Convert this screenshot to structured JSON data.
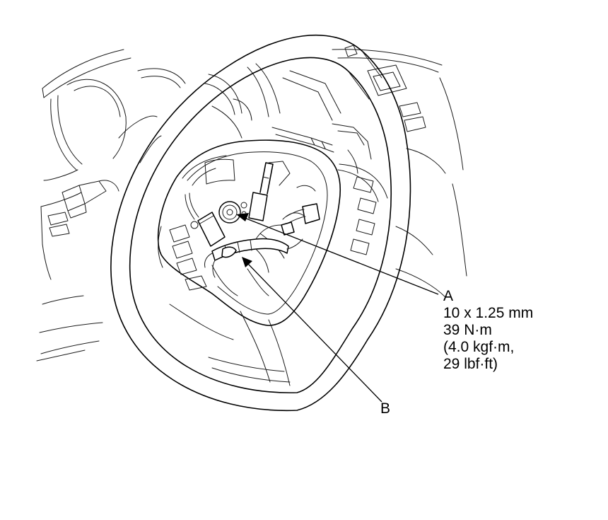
{
  "callouts": {
    "a": {
      "letter": "A",
      "lines": [
        "10 x 1.25 mm",
        "39 N·m",
        "(4.0 kgf·m,",
        "29 lbf·ft)"
      ]
    },
    "b": {
      "letter": "B"
    }
  }
}
